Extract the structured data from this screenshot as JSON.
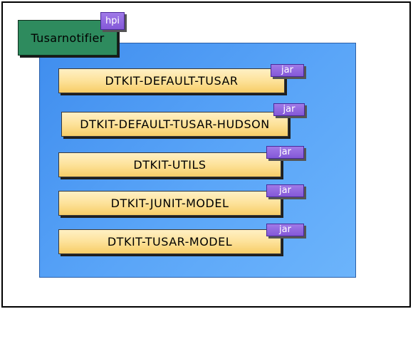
{
  "diagram": {
    "container": {
      "title": "Tusarnotifier",
      "type_tag": "hpi"
    },
    "modules": [
      {
        "label": "DTKIT-DEFAULT-TUSAR",
        "type_tag": "jar"
      },
      {
        "label": "DTKIT-DEFAULT-TUSAR-HUDSON",
        "type_tag": "jar"
      },
      {
        "label": "DTKIT-UTILS",
        "type_tag": "jar"
      },
      {
        "label": "DTKIT-JUNIT-MODEL",
        "type_tag": "jar"
      },
      {
        "label": "DTKIT-TUSAR-MODEL",
        "type_tag": "jar"
      }
    ]
  },
  "colors": {
    "container_fill": "#4f9bf3",
    "title_box_fill": "#2e8b5e",
    "module_fill": "#fde29a",
    "tag_fill": "#8f66de"
  }
}
